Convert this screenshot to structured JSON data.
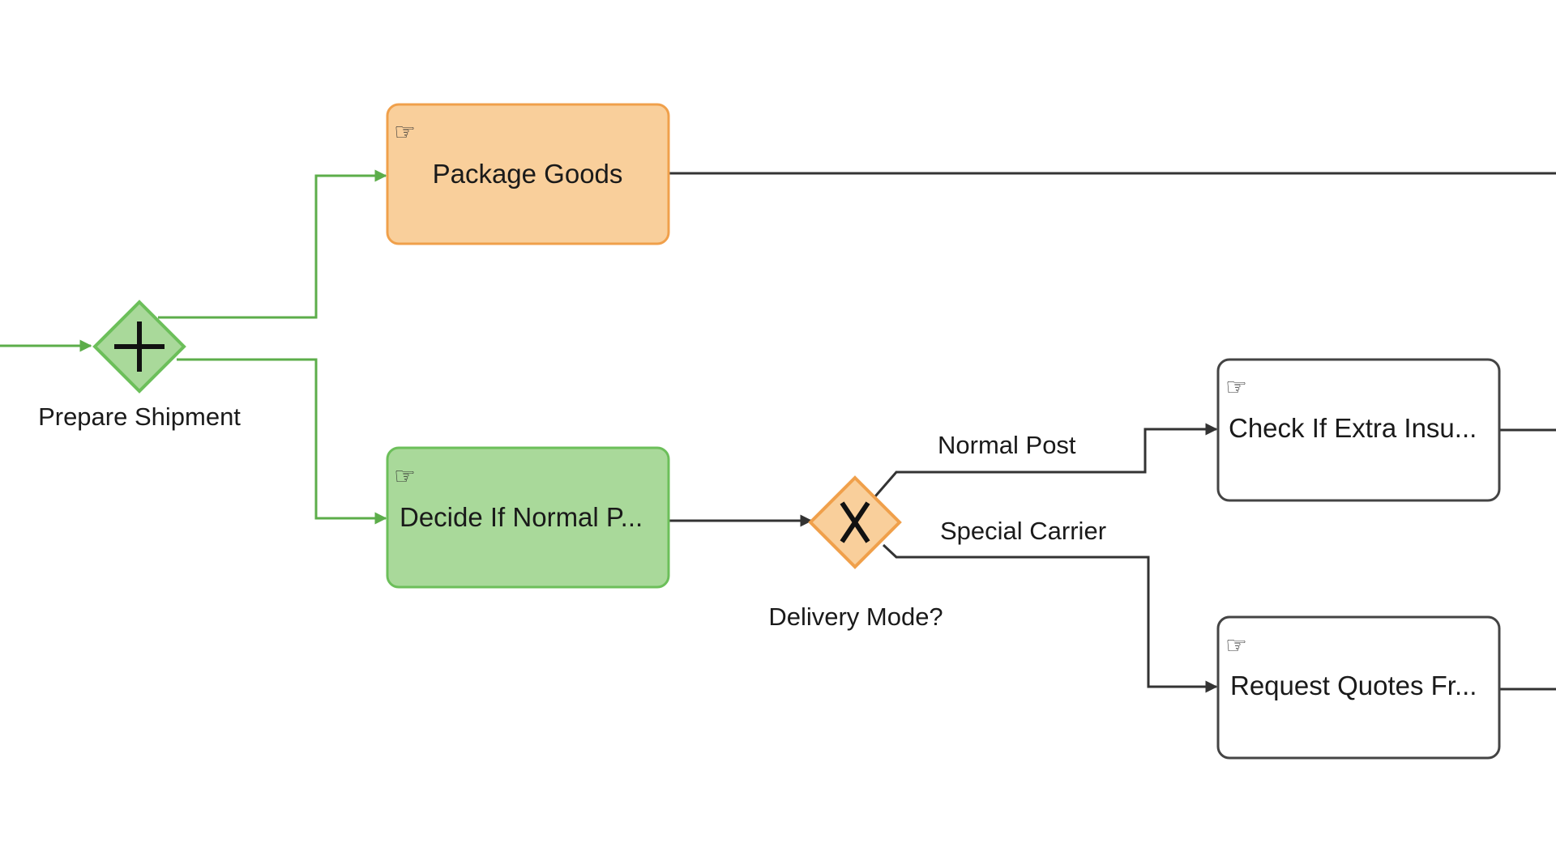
{
  "diagram": {
    "colors": {
      "active_flow": "#5cad4a",
      "default_flow": "#333333",
      "orange_fill": "#f9cf9b",
      "orange_stroke": "#f0a04b",
      "green_fill": "#a9d99a",
      "green_stroke": "#6cbf5a",
      "white_fill": "#ffffff",
      "white_stroke": "#444444"
    },
    "gateways": {
      "prepare_shipment": {
        "type": "parallel",
        "symbol": "+",
        "label": "Prepare Shipment"
      },
      "delivery_mode": {
        "type": "exclusive",
        "symbol": "X",
        "label": "Delivery Mode?"
      }
    },
    "tasks": {
      "package_goods": {
        "label": "Package Goods",
        "icon": "manual-task-hand-icon",
        "state": "orange"
      },
      "decide_normal_post": {
        "label": "Decide If Normal P...",
        "icon": "manual-task-hand-icon",
        "state": "green"
      },
      "check_extra_insurance": {
        "label": "Check If Extra Insu...",
        "icon": "manual-task-hand-icon",
        "state": "default"
      },
      "request_quotes": {
        "label": "Request Quotes Fr...",
        "icon": "manual-task-hand-icon",
        "state": "default"
      }
    },
    "flows": {
      "normal_post": "Normal Post",
      "special_carrier": "Special Carrier"
    }
  }
}
